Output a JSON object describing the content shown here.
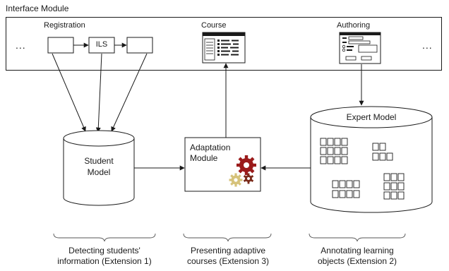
{
  "interface_module": {
    "title": "Interface Module",
    "ellipsis_left": "...",
    "ellipsis_right": "...",
    "registration": {
      "label": "Registration",
      "ils_label": "ILS"
    },
    "course": {
      "label": "Course"
    },
    "authoring": {
      "label": "Authoring"
    }
  },
  "student_model": {
    "line1": "Student",
    "line2": "Model"
  },
  "adaptation_module": {
    "line1": "Adaptation",
    "line2": "Module"
  },
  "expert_model": {
    "label": "Expert Model"
  },
  "extensions": [
    {
      "line1": "Detecting students'",
      "line2": "information (Extension 1)"
    },
    {
      "line1": "Presenting adaptive",
      "line2": "courses (Extension 3)"
    },
    {
      "line1": "Annotating learning",
      "line2": "objects (Extension 2)"
    }
  ],
  "colors": {
    "line": "#1a1a1a",
    "gear_red": "#9b1b1b",
    "gear_yellow": "#d6c27a",
    "gear_brown": "#7a2a1a"
  }
}
